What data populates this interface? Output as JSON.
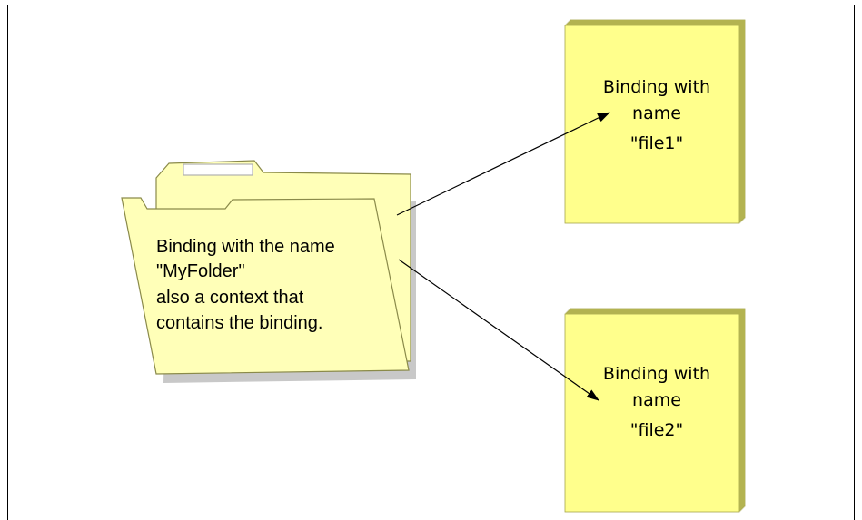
{
  "colors": {
    "folder_fill": "#FFFFB8",
    "folder_stroke": "#8A8A4A",
    "folder_shadow": "#C8C8C8",
    "stack_fill": "#FFFF8C",
    "stack_edge": "#A6A64A",
    "label_tab": "#FFFFFF"
  },
  "folder": {
    "icon": "folder-icon",
    "lines": [
      "Binding with the name",
      "\"MyFolder\"",
      "also a context that",
      "contains the binding."
    ]
  },
  "files": [
    {
      "icon": "document-stack-icon",
      "lines": [
        "Binding with",
        "name",
        "\"file1\""
      ]
    },
    {
      "icon": "document-stack-icon",
      "lines": [
        "Binding with",
        "name",
        "\"file2\""
      ]
    }
  ]
}
